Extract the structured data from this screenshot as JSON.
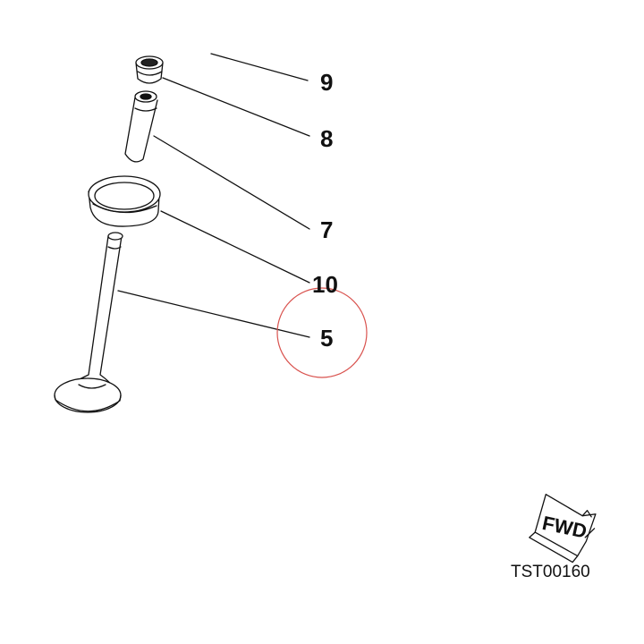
{
  "callouts": {
    "c9": "9",
    "c8": "8",
    "c7": "7",
    "c10": "10",
    "c5": "5"
  },
  "fwd_label": "FWD",
  "reference_code": "TST00160",
  "colors": {
    "line": "#111111",
    "highlight_circle": "#d9534f",
    "background": "#ffffff"
  }
}
